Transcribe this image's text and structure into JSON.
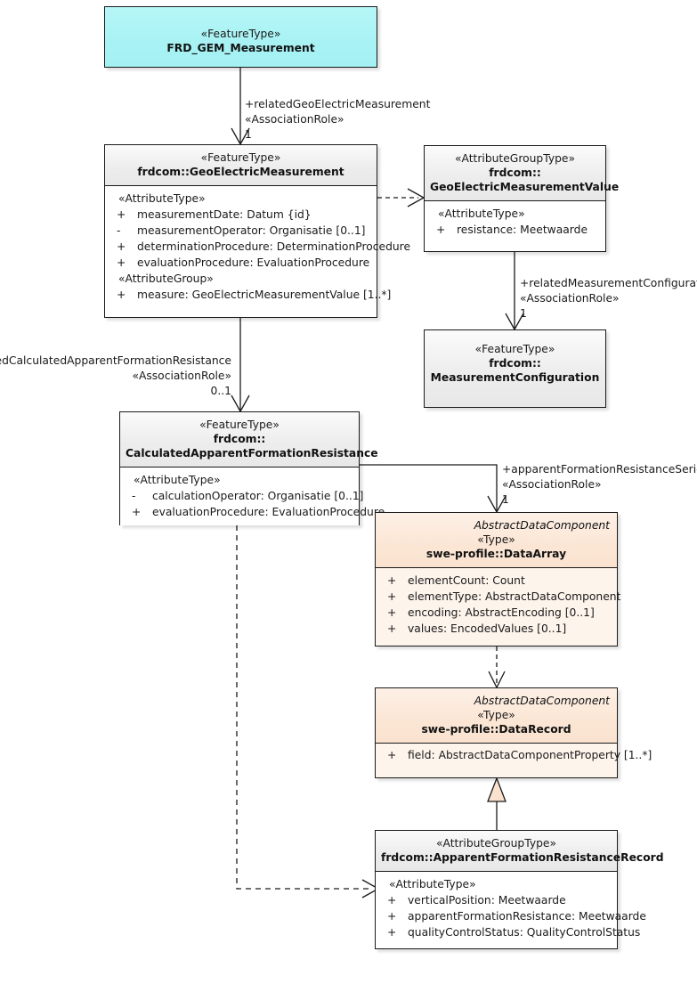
{
  "diagram": {
    "kind": "uml-class-diagram",
    "classes": [
      {
        "id": "frd-gem-measurement",
        "stereotype": "«FeatureType»",
        "name": "FRD_GEM_Measurement",
        "name2": "",
        "abstract_tag": "",
        "color": "cyan",
        "groups": []
      },
      {
        "id": "geoelectric-measurement",
        "stereotype": "«FeatureType»",
        "name": "frdcom::GeoElectricMeasurement",
        "name2": "",
        "abstract_tag": "",
        "color": "gray",
        "groups": [
          {
            "label": "«AttributeType»",
            "attributes": [
              {
                "vis": "+",
                "text": "measurementDate: Datum {id}"
              },
              {
                "vis": "-",
                "text": "measurementOperator: Organisatie [0..1]"
              },
              {
                "vis": "+",
                "text": "determinationProcedure: DeterminationProcedure"
              },
              {
                "vis": "+",
                "text": "evaluationProcedure: EvaluationProcedure"
              }
            ]
          },
          {
            "label": "«AttributeGroup»",
            "attributes": [
              {
                "vis": "+",
                "text": "measure: GeoElectricMeasurementValue [1..*]"
              }
            ]
          }
        ]
      },
      {
        "id": "geoelectric-measurement-value",
        "stereotype": "«AttributeGroupType»",
        "name": "frdcom::",
        "name2": "GeoElectricMeasurementValue",
        "abstract_tag": "",
        "color": "gray",
        "groups": [
          {
            "label": "«AttributeType»",
            "attributes": [
              {
                "vis": "+",
                "text": "resistance: Meetwaarde"
              }
            ]
          }
        ]
      },
      {
        "id": "measurement-configuration",
        "stereotype": "«FeatureType»",
        "name": "frdcom::",
        "name2": "MeasurementConfiguration",
        "abstract_tag": "",
        "color": "gray",
        "groups": []
      },
      {
        "id": "calculated-apparent-formation-resistance",
        "stereotype": "«FeatureType»",
        "name": "frdcom::",
        "name2": "CalculatedApparentFormationResistance",
        "abstract_tag": "",
        "color": "gray",
        "groups": [
          {
            "label": "«AttributeType»",
            "attributes": [
              {
                "vis": "-",
                "text": "calculationOperator: Organisatie [0..1]"
              },
              {
                "vis": "+",
                "text": "evaluationProcedure: EvaluationProcedure"
              }
            ]
          }
        ]
      },
      {
        "id": "data-array",
        "stereotype": "«Type»",
        "name": "swe-profile::DataArray",
        "name2": "",
        "abstract_tag": "AbstractDataComponent",
        "color": "peach",
        "groups": [
          {
            "label": "",
            "attributes": [
              {
                "vis": "+",
                "text": "elementCount: Count"
              },
              {
                "vis": "+",
                "text": "elementType: AbstractDataComponent"
              },
              {
                "vis": "+",
                "text": "encoding: AbstractEncoding [0..1]"
              },
              {
                "vis": "+",
                "text": "values: EncodedValues [0..1]"
              }
            ]
          }
        ]
      },
      {
        "id": "data-record",
        "stereotype": "«Type»",
        "name": "swe-profile::DataRecord",
        "name2": "",
        "abstract_tag": "AbstractDataComponent",
        "color": "peach",
        "groups": [
          {
            "label": "",
            "attributes": [
              {
                "vis": "+",
                "text": "field: AbstractDataComponentProperty [1..*]"
              }
            ]
          }
        ]
      },
      {
        "id": "apparent-formation-resistance-record",
        "stereotype": "«AttributeGroupType»",
        "name": "frdcom::ApparentFormationResistanceRecord",
        "name2": "",
        "abstract_tag": "",
        "color": "gray",
        "groups": [
          {
            "label": "«AttributeType»",
            "attributes": [
              {
                "vis": "+",
                "text": "verticalPosition: Meetwaarde"
              },
              {
                "vis": "+",
                "text": "apparentFormationResistance: Meetwaarde"
              },
              {
                "vis": "+",
                "text": "qualityControlStatus: QualityControlStatus"
              }
            ]
          }
        ]
      }
    ],
    "edges": [
      {
        "id": "edge-related-geoelectric-measurement",
        "role": "+relatedGeoElectricMeasurement",
        "stereotype": "«AssociationRole»",
        "multiplicity": "1"
      },
      {
        "id": "edge-related-measurement-configuration",
        "role": "+relatedMeasurementConfiguration",
        "stereotype": "«AssociationRole»",
        "multiplicity": "1"
      },
      {
        "id": "edge-related-calculated-apparent-formation-resistance",
        "role": "+relatedCalculatedApparentFormationResistance",
        "stereotype": "«AssociationRole»",
        "multiplicity": "0..1"
      },
      {
        "id": "edge-apparent-formation-resistance-series",
        "role": "+apparentFormationResistanceSeries",
        "stereotype": "«AssociationRole»",
        "multiplicity": "1"
      }
    ],
    "colors": {
      "featuretype_fill": "#a8f2f4",
      "type_fill": "#fae2cf",
      "default_fill": "#ececec",
      "line": "#1a1a1a"
    }
  }
}
